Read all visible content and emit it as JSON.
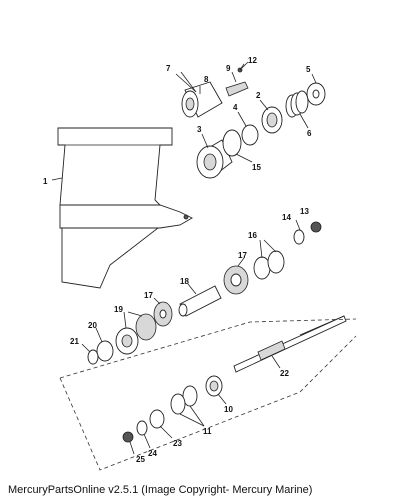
{
  "caption": "MercuryPartsOnline v2.5.1 (Image Copyright- Mercury Marine)",
  "callouts": [
    {
      "id": "c1",
      "text": "1"
    },
    {
      "id": "c2",
      "text": "2"
    },
    {
      "id": "c3",
      "text": "3"
    },
    {
      "id": "c4",
      "text": "4"
    },
    {
      "id": "c5",
      "text": "5"
    },
    {
      "id": "c6",
      "text": "6"
    },
    {
      "id": "c7",
      "text": "7"
    },
    {
      "id": "c8",
      "text": "8"
    },
    {
      "id": "c9",
      "text": "9"
    },
    {
      "id": "c10",
      "text": "10"
    },
    {
      "id": "c11",
      "text": "11"
    },
    {
      "id": "c12",
      "text": "12"
    },
    {
      "id": "c13",
      "text": "13"
    },
    {
      "id": "c14",
      "text": "14"
    },
    {
      "id": "c15",
      "text": "15"
    },
    {
      "id": "c16",
      "text": "16"
    },
    {
      "id": "c17a",
      "text": "17"
    },
    {
      "id": "c17b",
      "text": "17"
    },
    {
      "id": "c18",
      "text": "18"
    },
    {
      "id": "c19",
      "text": "19"
    },
    {
      "id": "c20",
      "text": "20"
    },
    {
      "id": "c21",
      "text": "21"
    },
    {
      "id": "c22",
      "text": "22"
    },
    {
      "id": "c23",
      "text": "23"
    },
    {
      "id": "c24",
      "text": "24"
    },
    {
      "id": "c25",
      "text": "25"
    }
  ]
}
